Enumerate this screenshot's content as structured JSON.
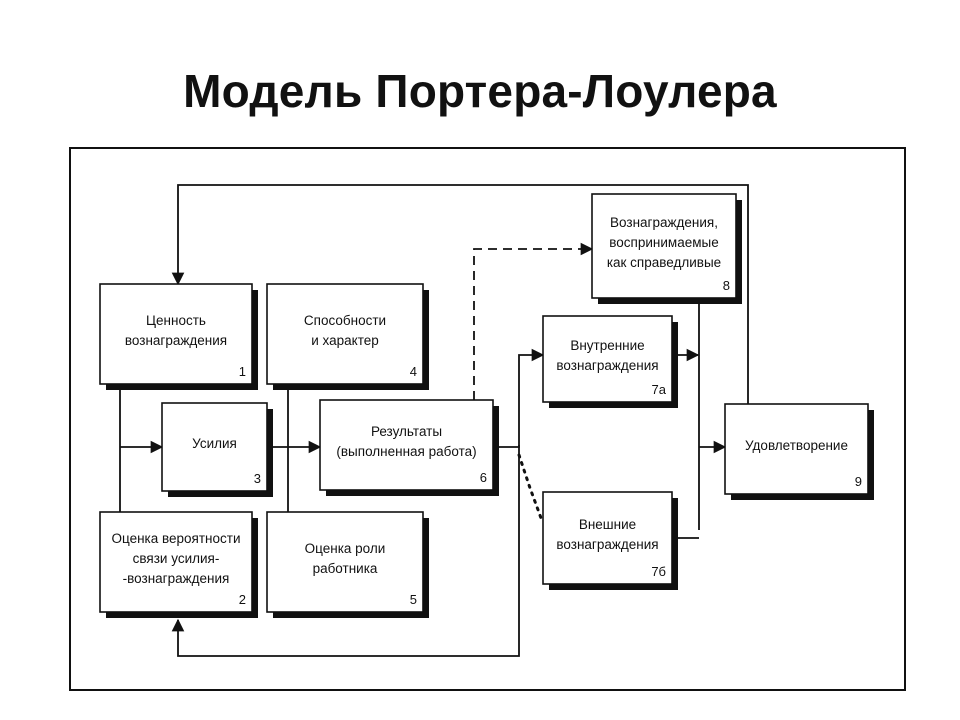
{
  "title": "Модель Портера-Лоулера",
  "boxes": [
    {
      "id": "b1",
      "lines": [
        "Ценность",
        "вознаграждения"
      ],
      "num": "1"
    },
    {
      "id": "b2",
      "lines": [
        "Оценка вероятности",
        "связи усилия-",
        "-вознаграждения"
      ],
      "num": "2"
    },
    {
      "id": "b3",
      "lines": [
        "Усилия"
      ],
      "num": "3"
    },
    {
      "id": "b4",
      "lines": [
        "Способности",
        "и характер"
      ],
      "num": "4"
    },
    {
      "id": "b5",
      "lines": [
        "Оценка роли",
        "работника"
      ],
      "num": "5"
    },
    {
      "id": "b6",
      "lines": [
        "Результаты",
        "(выполненная работа)"
      ],
      "num": "6"
    },
    {
      "id": "b7a",
      "lines": [
        "Внутренние",
        "вознаграждения"
      ],
      "num": "7а"
    },
    {
      "id": "b7b",
      "lines": [
        "Внешние",
        "вознаграждения"
      ],
      "num": "7б"
    },
    {
      "id": "b8",
      "lines": [
        "Вознаграждения,",
        "воспринимаемые",
        "как справедливые"
      ],
      "num": "8"
    },
    {
      "id": "b9",
      "lines": [
        "Удовлетворение"
      ],
      "num": "9"
    }
  ]
}
